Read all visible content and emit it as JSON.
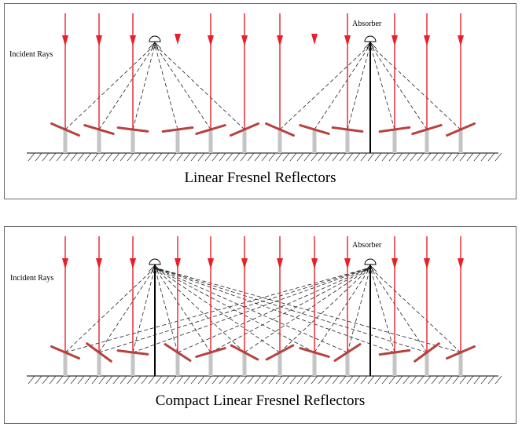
{
  "diagrams": [
    {
      "id": "top",
      "title": "Linear Fresnel Reflectors",
      "incident_label": "Incident Rays",
      "absorber_label": "Absorber",
      "compact": false
    },
    {
      "id": "bottom",
      "title": "Compact Linear Fresnel Reflectors",
      "incident_label": "Incident Rays",
      "absorber_label": "Absorber",
      "compact": true
    }
  ],
  "colors": {
    "ray": "#e8202a",
    "mirror": "#b5423e",
    "post": "#c4c4c4",
    "reflected": "#222222",
    "border": "#6b6b6b"
  }
}
